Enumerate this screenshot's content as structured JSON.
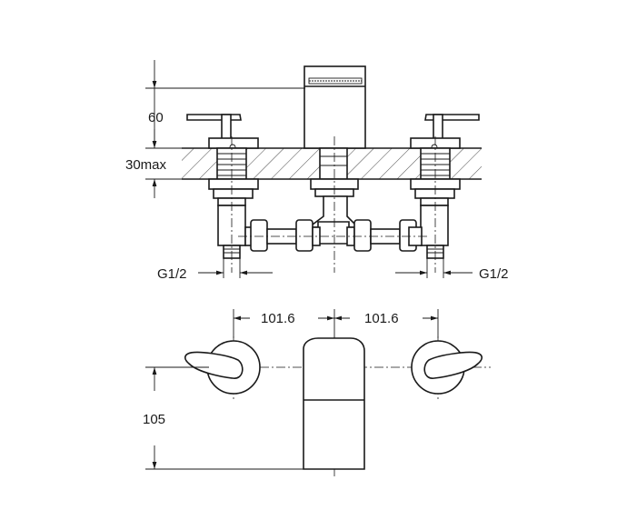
{
  "labels": {
    "height_top": "60",
    "deck_thickness": "30max",
    "thread_left": "G1/2",
    "thread_right": "G1/2",
    "spacing_left": "101.6",
    "spacing_right": "101.6",
    "depth": "105"
  }
}
